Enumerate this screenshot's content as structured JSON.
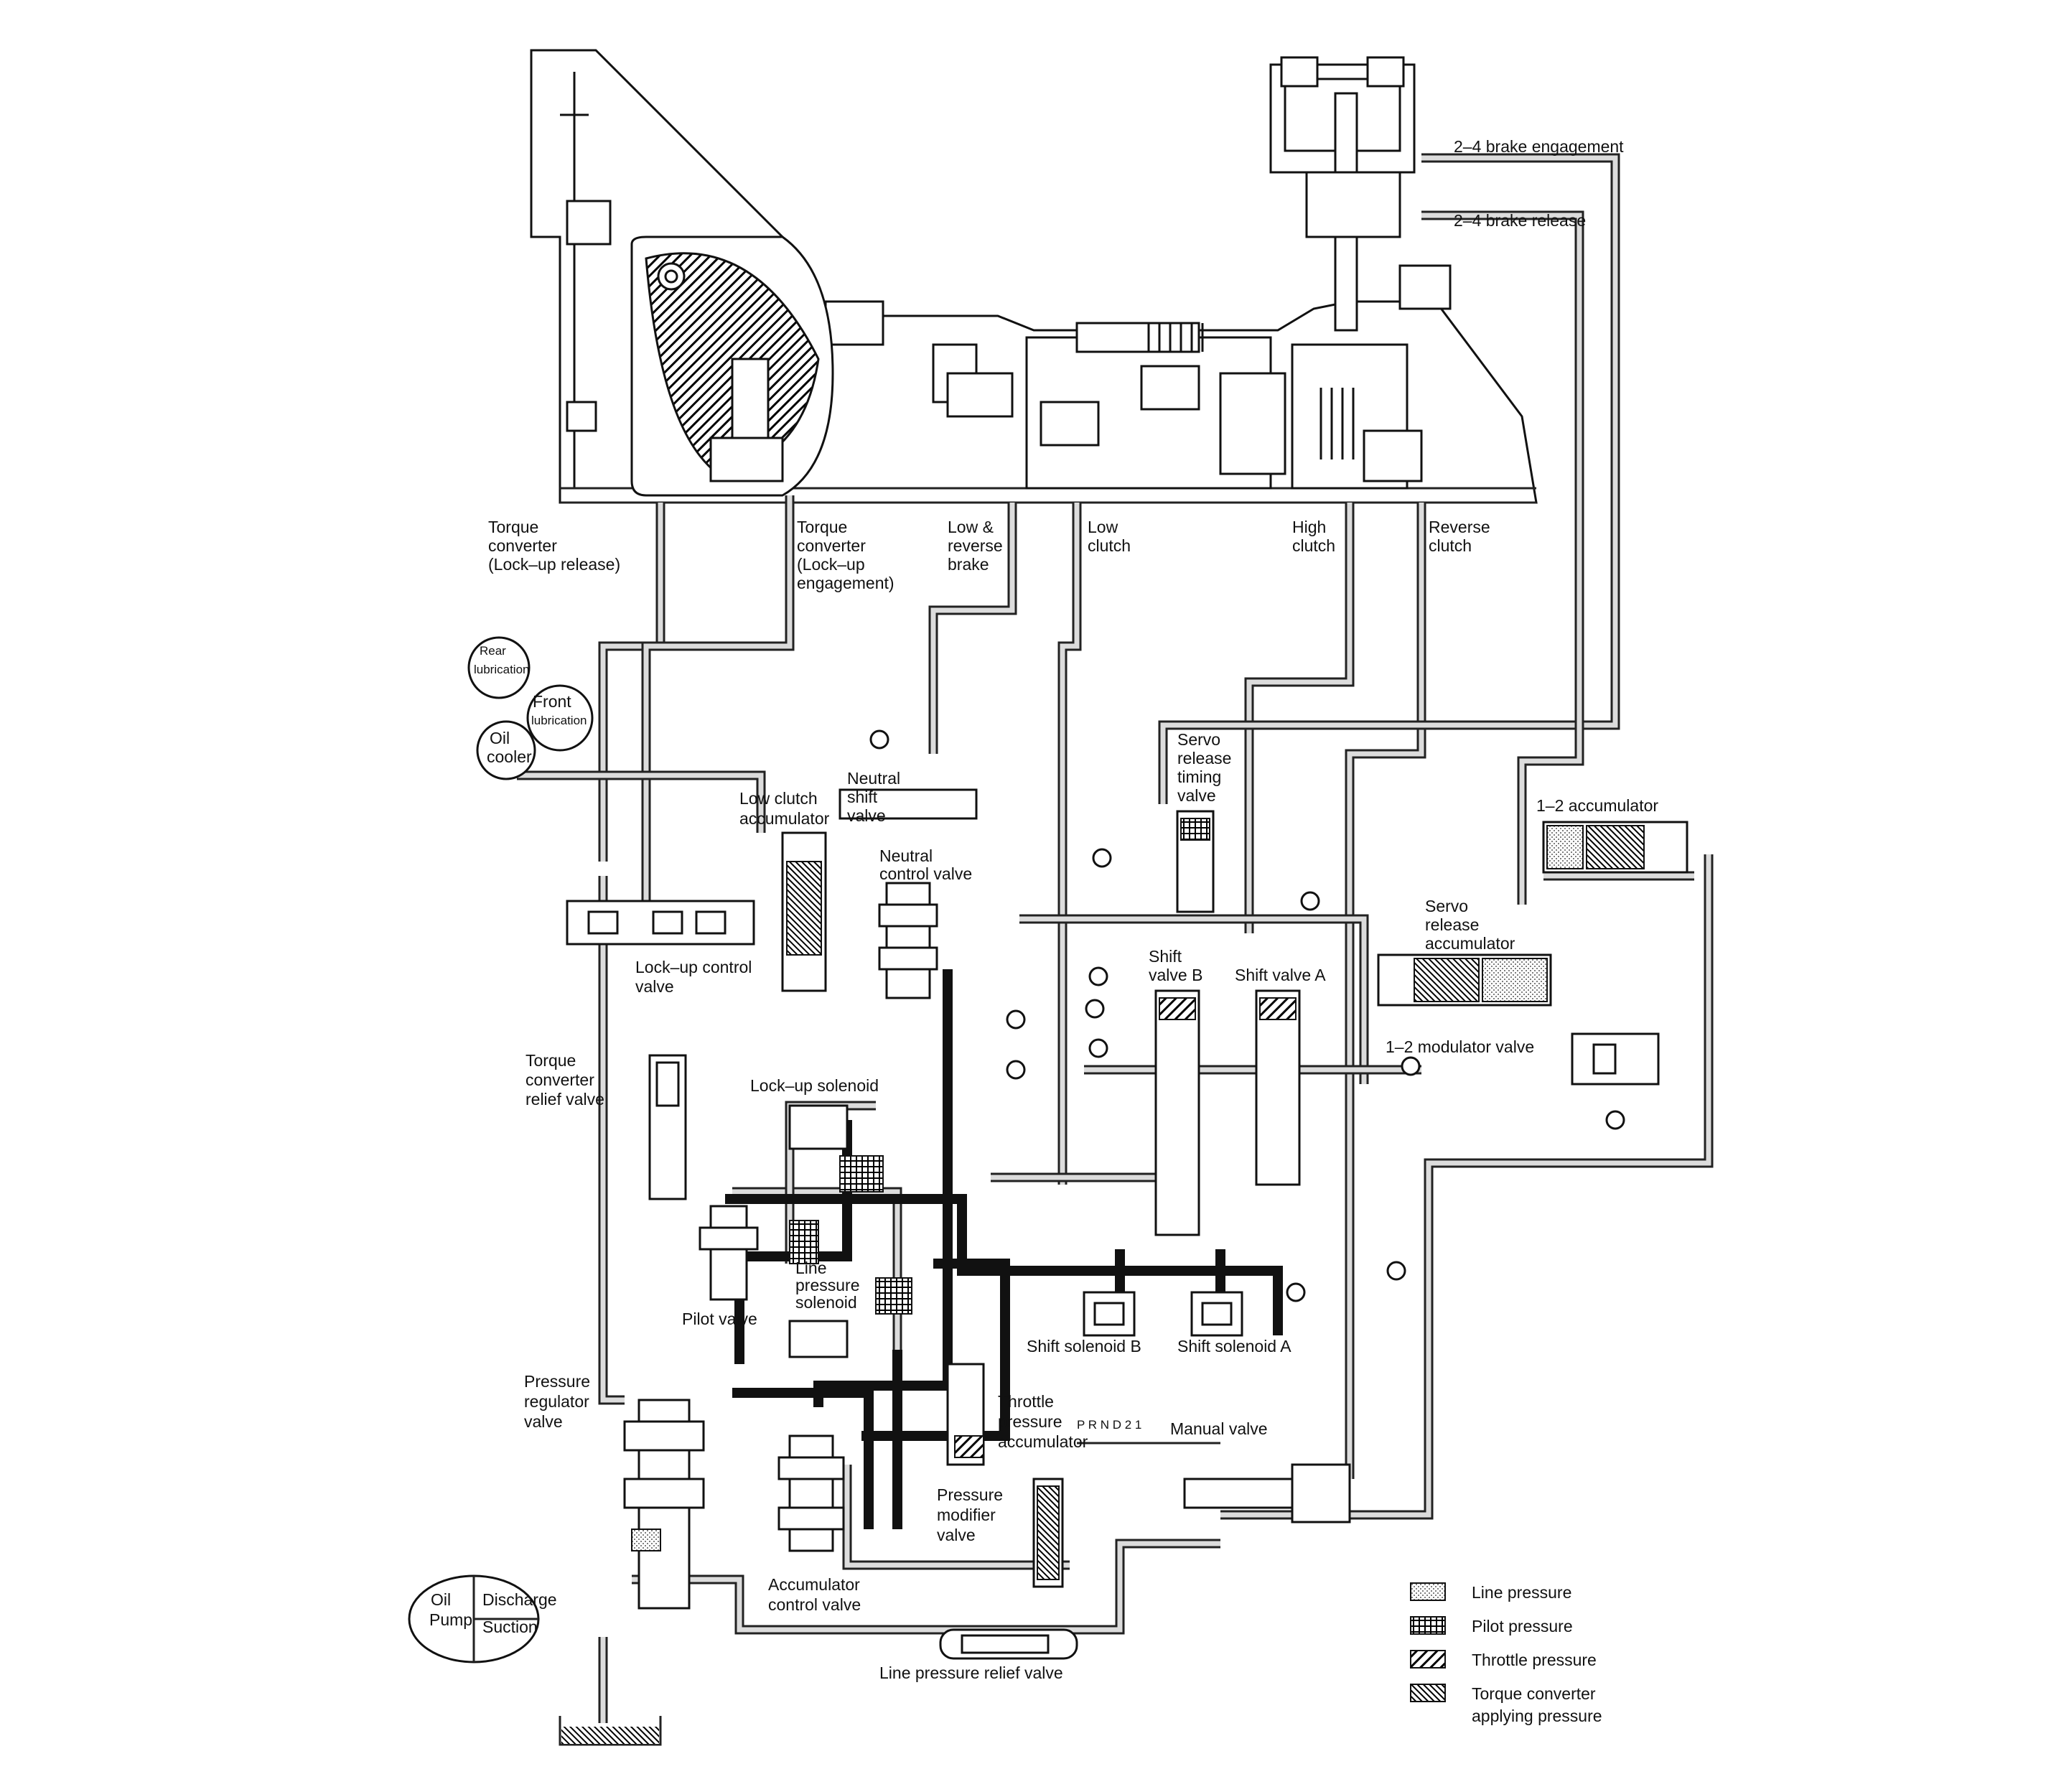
{
  "labels": {
    "brake_24_engagement": "2–4 brake engagement",
    "brake_24_release": "2–4 brake release",
    "tc_release_1": "Torque",
    "tc_release_2": "converter",
    "tc_release_3": "(Lock–up release)",
    "tc_engage_1": "Torque",
    "tc_engage_2": "converter",
    "tc_engage_3": "(Lock–up",
    "tc_engage_4": "engagement)",
    "low_rev_1": "Low &",
    "low_rev_2": "reverse",
    "low_rev_3": "brake",
    "low_clutch_1": "Low",
    "low_clutch_2": "clutch",
    "high_clutch_1": "High",
    "high_clutch_2": "clutch",
    "reverse_clutch_1": "Reverse",
    "reverse_clutch_2": "clutch",
    "rear_lub_1": "Rear",
    "rear_lub_2": "lubrication",
    "front_lub_1": "Front",
    "front_lub_2": "lubrication",
    "oil_cooler_1": "Oil",
    "oil_cooler_2": "cooler",
    "low_clutch_acc_1": "Low clutch",
    "low_clutch_acc_2": "accumulator",
    "neutral_shift_1": "Neutral",
    "neutral_shift_2": "shift",
    "neutral_shift_3": "valve",
    "neutral_control_1": "Neutral",
    "neutral_control_2": "control valve",
    "servo_timing_1": "Servo",
    "servo_timing_2": "release",
    "servo_timing_3": "timing",
    "servo_timing_4": "valve",
    "acc_12": "1–2 accumulator",
    "servo_acc_1": "Servo",
    "servo_acc_2": "release",
    "servo_acc_3": "accumulator",
    "shift_b_1": "Shift",
    "shift_b_2": "valve B",
    "shift_a": "Shift valve A",
    "lockup_ctrl_1": "Lock–up control",
    "lockup_ctrl_2": "valve",
    "mod_12": "1–2 modulator valve",
    "tc_relief_1": "Torque",
    "tc_relief_2": "converter",
    "tc_relief_3": "relief valve",
    "lockup_sol": "Lock–up solenoid",
    "pilot_valve": "Pilot valve",
    "line_sol_1": "Line",
    "line_sol_2": "pressure",
    "line_sol_3": "solenoid",
    "shift_sol_b": "Shift solenoid B",
    "shift_sol_a": "Shift solenoid A",
    "press_reg_1": "Pressure",
    "press_reg_2": "regulator",
    "press_reg_3": "valve",
    "throttle_acc_1": "Throttle",
    "throttle_acc_2": "pressure",
    "throttle_acc_3": "accumulator",
    "manual_valve": "Manual valve",
    "prndl": "P R N D 2 1",
    "press_mod_1": "Pressure",
    "press_mod_2": "modifier",
    "press_mod_3": "valve",
    "acc_ctrl_1": "Accumulator",
    "acc_ctrl_2": "control valve",
    "oil_pump_1": "Oil",
    "oil_pump_2": "Pump",
    "discharge": "Discharge",
    "suction": "Suction",
    "line_relief": "Line pressure relief valve"
  },
  "legend": [
    {
      "label": "Line pressure"
    },
    {
      "label": "Pilot pressure"
    },
    {
      "label": "Throttle pressure"
    },
    {
      "label": "Torque converter",
      "label2": "applying pressure"
    }
  ]
}
